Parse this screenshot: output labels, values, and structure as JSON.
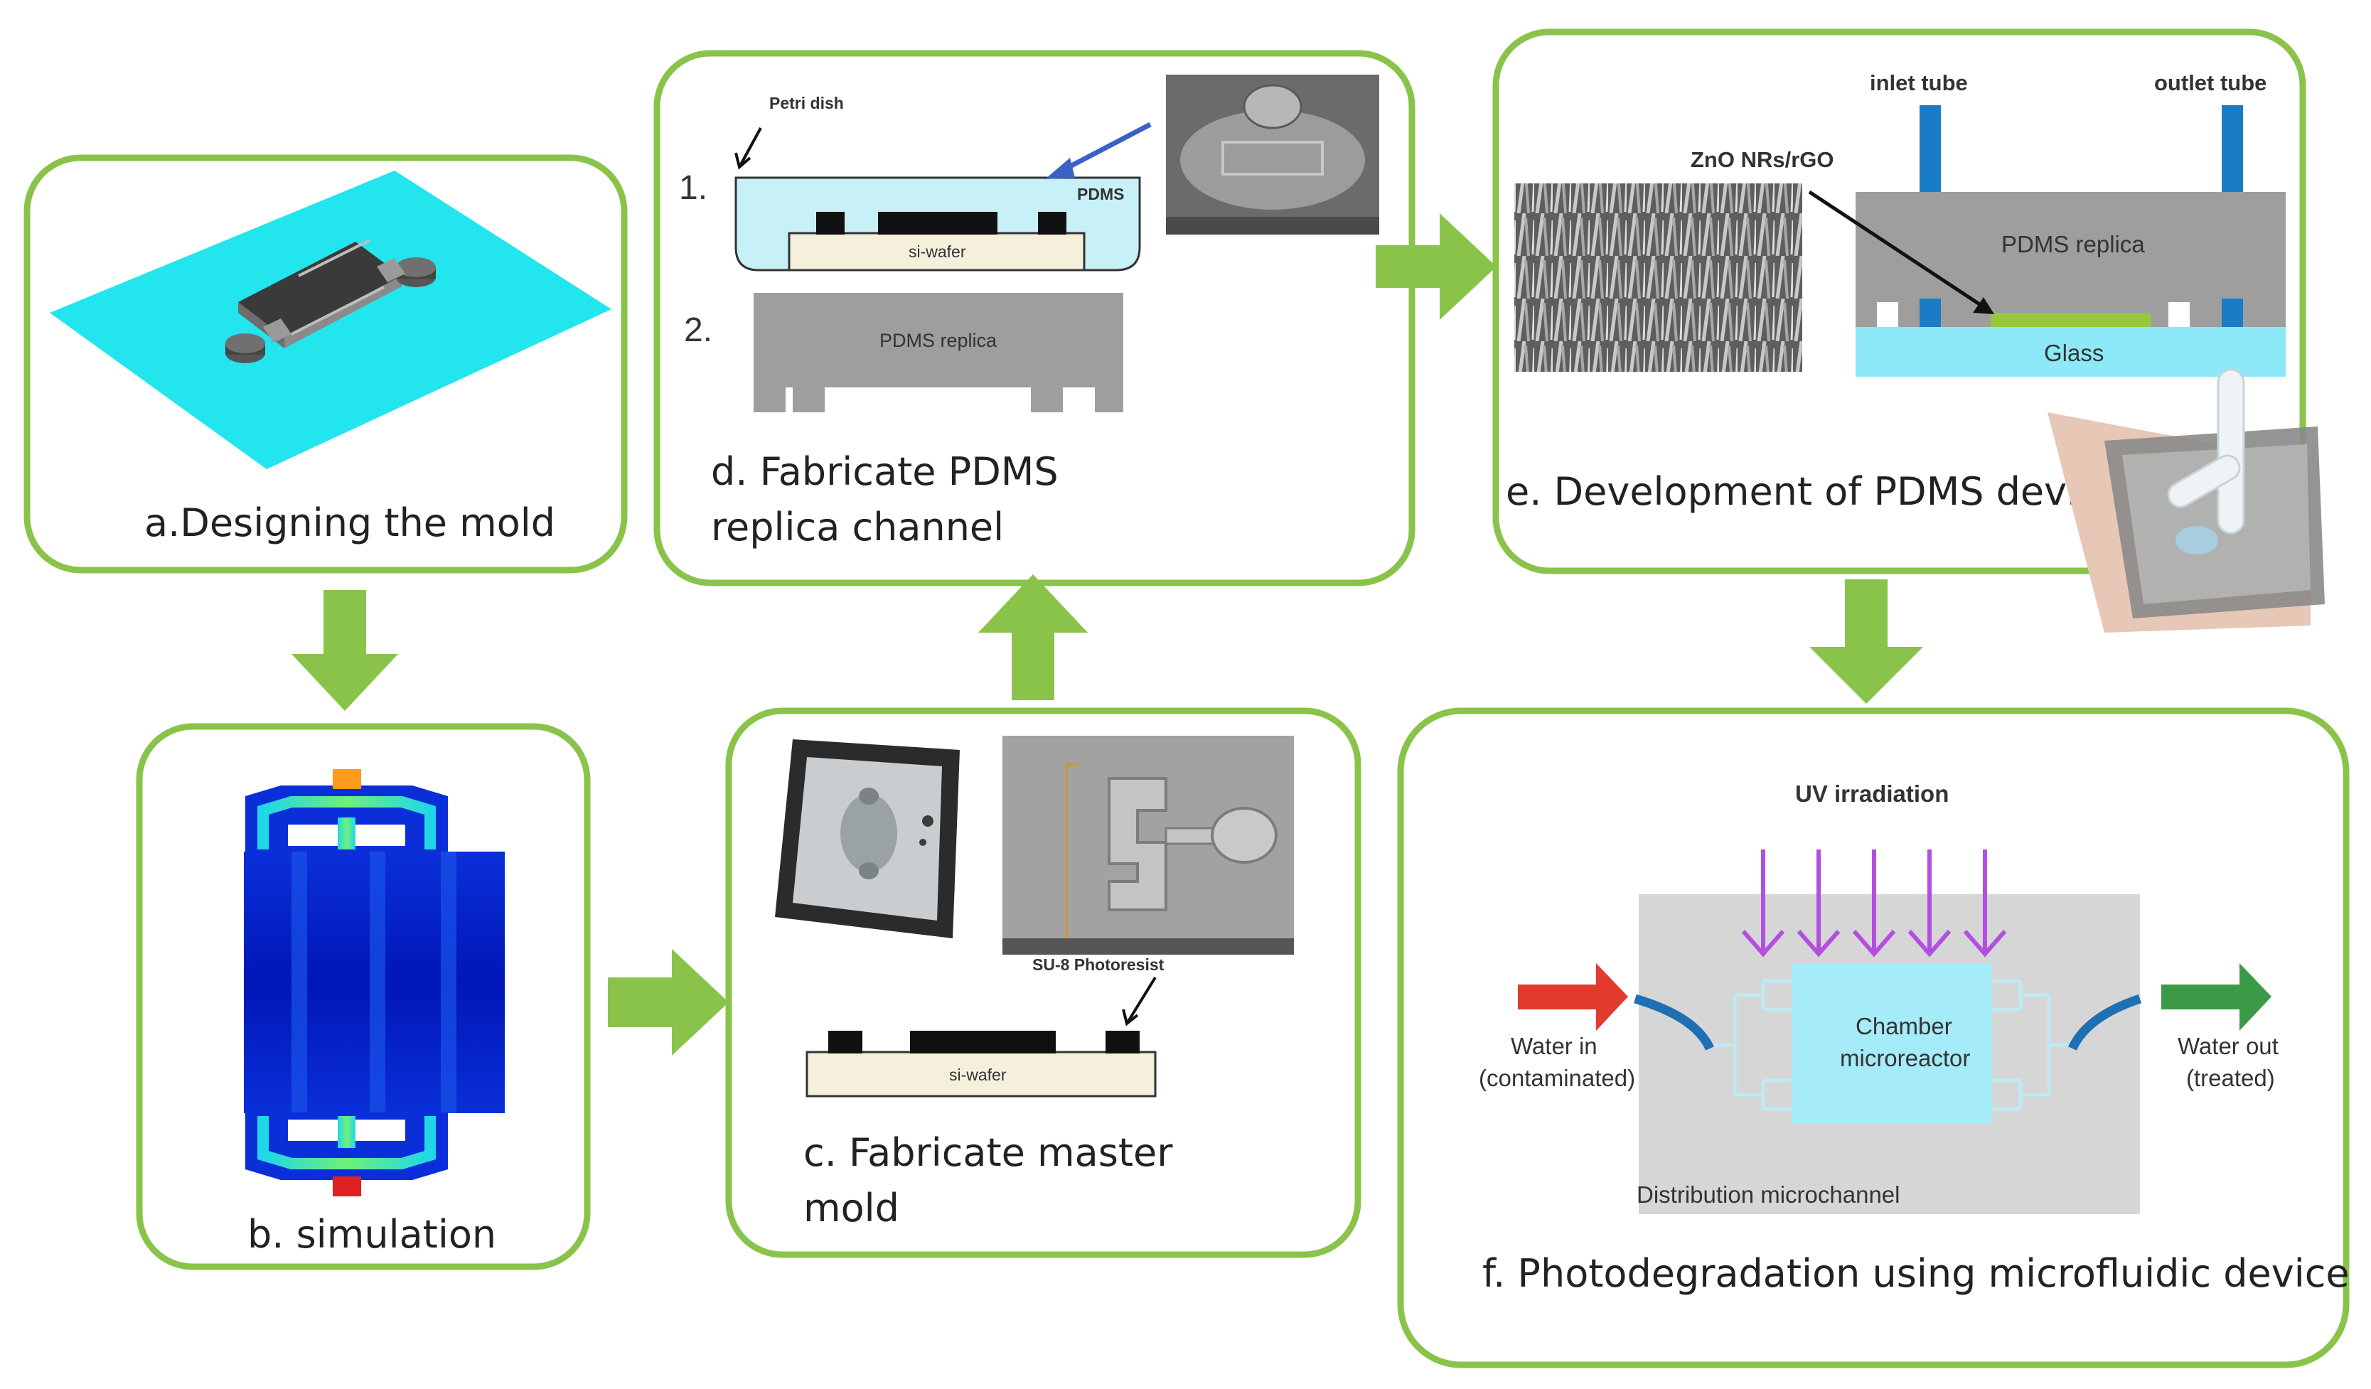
{
  "colors": {
    "panel_border": "#8ac34a",
    "flow_arrow": "#8ac34a",
    "mold_plane": "#22e5ee",
    "liquid": "#c8f1f7",
    "wafer": "#f5f0dc",
    "pdms": "#9e9e9e",
    "tube": "#1a7cc4",
    "glass": "#8de8f7",
    "catalyst": "#9bc53d",
    "uv": "#b44ee0",
    "water_in": "#e23a2c",
    "water_out": "#3b9a46",
    "chamber": "#a6ecf8",
    "reactor_bg": "#d6d6d6",
    "channel_line": "#1f6fb4"
  },
  "panels": {
    "a": {
      "caption": "a.Designing the mold"
    },
    "b": {
      "caption": "b. simulation"
    },
    "c": {
      "caption_line1": "c. Fabricate master",
      "caption_line2": "mold",
      "su8_label": "SU-8 Photoresist",
      "wafer_label": "si-wafer"
    },
    "d": {
      "caption_line1": "d. Fabricate PDMS",
      "caption_line2": "replica channel",
      "step1": "1.",
      "step2": "2.",
      "petri_label": "Petri dish",
      "pdms_label": "PDMS",
      "wafer_label": "si-wafer",
      "replica_label": "PDMS replica"
    },
    "e": {
      "caption": "e. Development of PDMS device",
      "inlet_label": "inlet tube",
      "outlet_label": "outlet tube",
      "zno_label": "ZnO NRs/rGO",
      "replica_label": "PDMS replica",
      "glass_label": "Glass"
    },
    "f": {
      "caption": "f. Photodegradation using microfluidic device",
      "uv_label": "UV irradiation",
      "water_in_line1": "Water in",
      "water_in_line2": "(contaminated)",
      "water_out_line1": "Water out",
      "water_out_line2": "(treated)",
      "chamber_line1": "Chamber",
      "chamber_line2": "microreactor",
      "distribution_label": "Distribution microchannel"
    }
  }
}
